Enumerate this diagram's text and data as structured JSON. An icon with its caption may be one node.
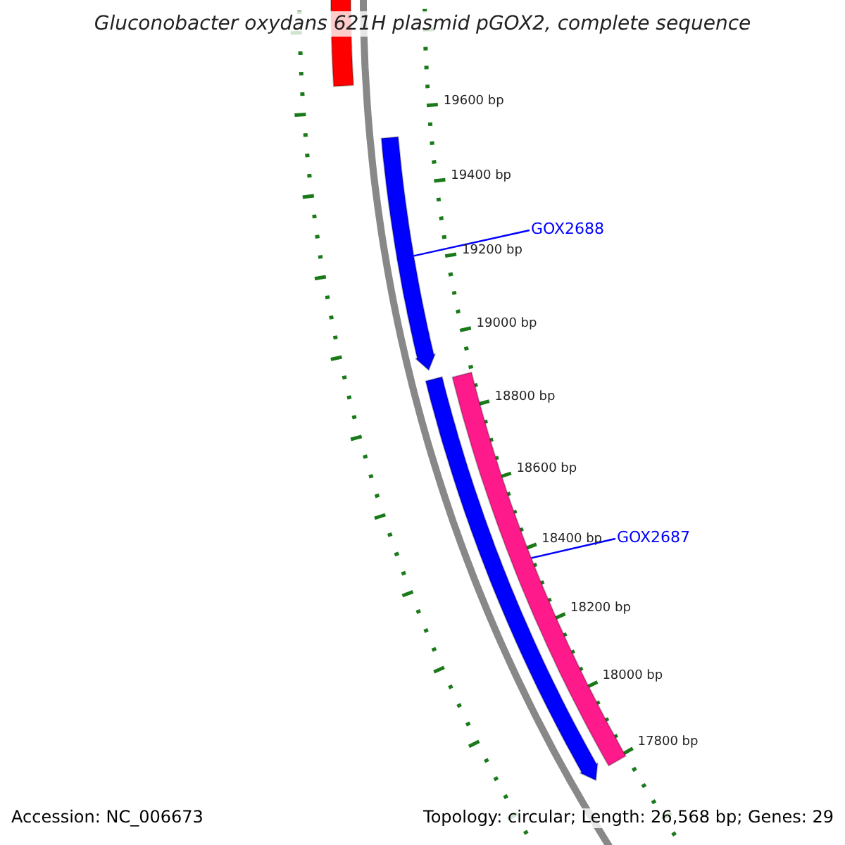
{
  "diagram": {
    "title": "Gluconobacter oxydans 621H plasmid pGOX2, complete sequence",
    "nodes": [
      {
        "text": [],
        "shape": "bar"
      },
      {
        "text": [],
        "shape": "arrow"
      },
      {
        "text": [
          "GOX2688"
        ]
      },
      {
        "text": [],
        "shape": "arrow"
      },
      {
        "text": [],
        "shape": "bar"
      },
      {
        "text": [
          "GOX2687"
        ]
      }
    ],
    "edges": [
      {
        "from": 2,
        "to": 1,
        "arrow": "none"
      },
      {
        "from": 5,
        "to": 4,
        "arrow": "none"
      }
    ],
    "labels": [
      "19600 bp",
      "19400 bp",
      "19200 bp",
      "19000 bp",
      "18800 bp",
      "18600 bp",
      "18400 bp",
      "18200 bp",
      "18000 bp",
      "17800 bp",
      "Accession: NC_006673",
      "Topology: circular; Length: 26,568 bp; Genes: 29"
    ]
  }
}
